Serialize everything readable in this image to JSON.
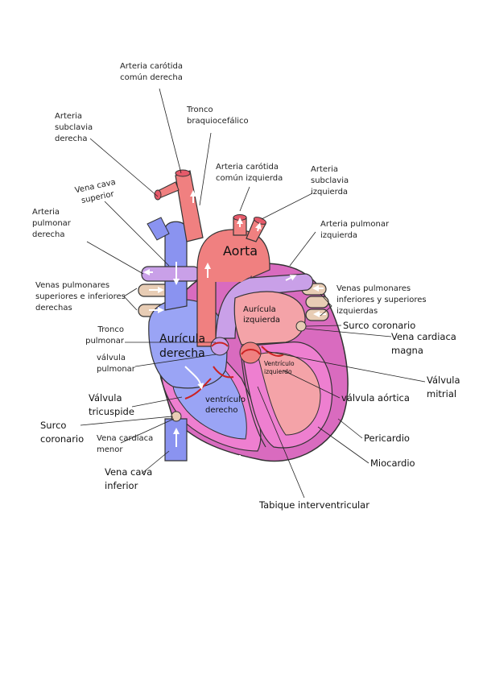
{
  "colors": {
    "oxygenated": "#f08080",
    "oxygenated_dark": "#e65a6a",
    "deoxygenated": "#9aa4f5",
    "deoxygenated_dark": "#7b86ee",
    "pulmonary_artery": "#c9a0e8",
    "pulmonary_vein": "#e8cdb5",
    "myocardium": "#ee7fd0",
    "pericardium": "#d96bbf",
    "valve_line": "#cc2222",
    "outline": "#333333"
  },
  "labels": {
    "arteria_carotida_derecha": [
      "Arteria carótida",
      "común derecha"
    ],
    "tronco_braquiocefalico": [
      "Tronco",
      "braquiocefálico"
    ],
    "arteria_subclavia_derecha": [
      "Arteria",
      "subclavia",
      "derecha"
    ],
    "arteria_carotida_izquierda": [
      "Arteria carótida",
      "común izquierda"
    ],
    "arteria_subclavia_izquierda": [
      "Arteria",
      "subclavia",
      "izquierda"
    ],
    "vena_cava_superior": [
      "Vena cava",
      "superior"
    ],
    "arteria_pulmonar_derecha": [
      "Arteria",
      "pulmonar",
      "derecha"
    ],
    "arteria_pulmonar_izquierda": [
      "Arteria pulmonar",
      "izquierda"
    ],
    "venas_pulmonares_derechas": [
      "Venas pulmonares",
      "superiores e inferiores",
      "derechas"
    ],
    "venas_pulmonares_izquierdas": [
      "Venas pulmonares",
      "inferiores y superiores",
      "izquierdas"
    ],
    "tronco_pulmonar": [
      "Tronco",
      "pulmonar"
    ],
    "valvula_pulmonar": [
      "válvula",
      "pulmonar"
    ],
    "surco_coronario_der": "Surco coronario",
    "vena_cardiaca_magna": [
      "Vena cardiaca",
      "magna"
    ],
    "valvula_mitrial": [
      "Válvula",
      "mitrial"
    ],
    "valvula_aortica": "válvula aórtica",
    "valvula_tricuspide": [
      "Válvula",
      "tricuspide"
    ],
    "surco_coronario_izq": [
      "Surco",
      "coronario"
    ],
    "vena_cardiaca_menor": [
      "Vena cardiaca",
      "menor"
    ],
    "vena_cava_inferior": [
      "Vena cava",
      "inferior"
    ],
    "pericardio": "Pericardio",
    "miocardio": "Miocardio",
    "tabique": "Tabique interventricular"
  },
  "inner_labels": {
    "aorta": "Aorta",
    "auricula_derecha": [
      "Aurícula",
      "derecha"
    ],
    "auricula_izquierda": [
      "Aurícula",
      "izquierda"
    ],
    "ventriculo_derecho": [
      "ventrículo",
      "derecho"
    ],
    "ventriculo_izquierdo": [
      "Ventrículo",
      "izquierdo"
    ]
  }
}
